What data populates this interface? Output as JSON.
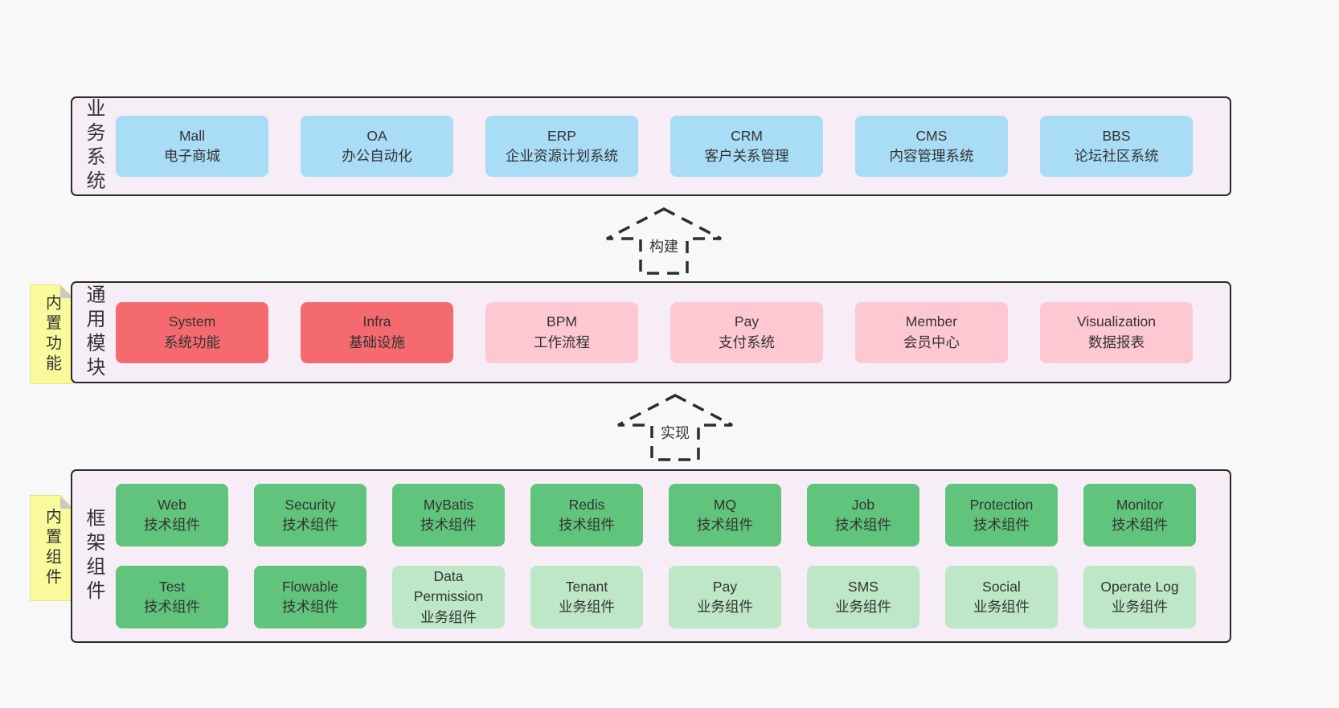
{
  "colors": {
    "page_bg": "#f8f8f8",
    "band_bg": "#f7edf6",
    "band_border": "#2b2b2b",
    "blue": "#a9dcf5",
    "red": "#f56a6e",
    "pink": "#fdc8d2",
    "green": "#61c47c",
    "green_light": "#bde7c7",
    "sticky_yellow": "#fafa9c",
    "fold_gray": "#c9c9c9",
    "text": "#333333"
  },
  "arrows": [
    {
      "label": "构建"
    },
    {
      "label": "实现"
    }
  ],
  "bands": {
    "business": {
      "side_label": "业务系统",
      "boxes": [
        {
          "name": "Mall",
          "desc": "电子商城"
        },
        {
          "name": "OA",
          "desc": "办公自动化"
        },
        {
          "name": "ERP",
          "desc": "企业资源计划系统"
        },
        {
          "name": "CRM",
          "desc": "客户关系管理"
        },
        {
          "name": "CMS",
          "desc": "内容管理系统"
        },
        {
          "name": "BBS",
          "desc": "论坛社区系统"
        }
      ]
    },
    "modules": {
      "side_label": "通用模块",
      "sticky": "内置功能",
      "boxes": [
        {
          "name": "System",
          "desc": "系统功能",
          "style": "red"
        },
        {
          "name": "Infra",
          "desc": "基础设施",
          "style": "red"
        },
        {
          "name": "BPM",
          "desc": "工作流程",
          "style": "pink"
        },
        {
          "name": "Pay",
          "desc": "支付系统",
          "style": "pink"
        },
        {
          "name": "Member",
          "desc": "会员中心",
          "style": "pink"
        },
        {
          "name": "Visualization",
          "desc": "数据报表",
          "style": "pink"
        }
      ]
    },
    "components": {
      "side_label": "框架组件",
      "sticky": "内置组件",
      "rows": [
        [
          {
            "name": "Web",
            "desc": "技术组件",
            "style": "green"
          },
          {
            "name": "Security",
            "desc": "技术组件",
            "style": "green"
          },
          {
            "name": "MyBatis",
            "desc": "技术组件",
            "style": "green"
          },
          {
            "name": "Redis",
            "desc": "技术组件",
            "style": "green"
          },
          {
            "name": "MQ",
            "desc": "技术组件",
            "style": "green"
          },
          {
            "name": "Job",
            "desc": "技术组件",
            "style": "green"
          },
          {
            "name": "Protection",
            "desc": "技术组件",
            "style": "green"
          },
          {
            "name": "Monitor",
            "desc": "技术组件",
            "style": "green"
          }
        ],
        [
          {
            "name": "Test",
            "desc": "技术组件",
            "style": "green"
          },
          {
            "name": "Flowable",
            "desc": "技术组件",
            "style": "green"
          },
          {
            "name": "Data Permission",
            "desc": "业务组件",
            "style": "green-light"
          },
          {
            "name": "Tenant",
            "desc": "业务组件",
            "style": "green-light"
          },
          {
            "name": "Pay",
            "desc": "业务组件",
            "style": "green-light"
          },
          {
            "name": "SMS",
            "desc": "业务组件",
            "style": "green-light"
          },
          {
            "name": "Social",
            "desc": "业务组件",
            "style": "green-light"
          },
          {
            "name": "Operate Log",
            "desc": "业务组件",
            "style": "green-light"
          }
        ]
      ]
    }
  }
}
